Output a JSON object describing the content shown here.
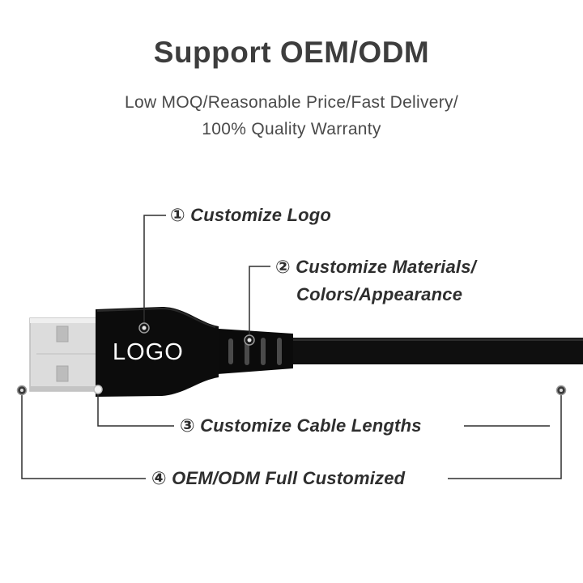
{
  "heading": {
    "title": "Support OEM/ODM",
    "subtitle_line1": "Low MOQ/Reasonable Price/Fast Delivery/",
    "subtitle_line2": "100% Quality Warranty"
  },
  "callouts": {
    "logo": "① Customize Logo",
    "materials_line1": "② Customize Materials/",
    "materials_line2": "Colors/Appearance",
    "lengths": "③ Customize  Cable Lengths",
    "full": "④ OEM/ODM Full Customized"
  },
  "cable": {
    "logo_text": "LOGO",
    "body_color": "#0c0c0c",
    "connector_color": "#d9d9d9"
  },
  "colors": {
    "line": "#2f2f2f",
    "marker": "#5a5a5a"
  }
}
